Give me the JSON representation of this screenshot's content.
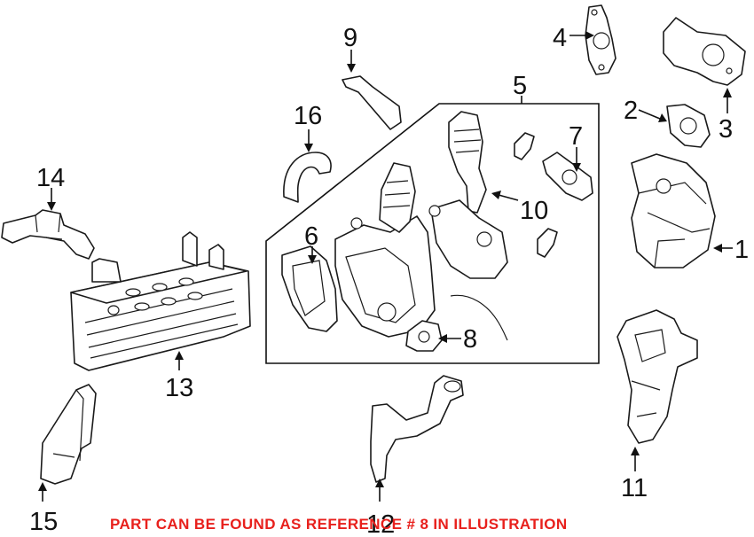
{
  "callouts": [
    {
      "id": "c1",
      "label": "1"
    },
    {
      "id": "c2",
      "label": "2"
    },
    {
      "id": "c3",
      "label": "3"
    },
    {
      "id": "c4",
      "label": "4"
    },
    {
      "id": "c5",
      "label": "5"
    },
    {
      "id": "c6",
      "label": "6"
    },
    {
      "id": "c7",
      "label": "7"
    },
    {
      "id": "c8",
      "label": "8"
    },
    {
      "id": "c9",
      "label": "9"
    },
    {
      "id": "c10",
      "label": "10"
    },
    {
      "id": "c11",
      "label": "11"
    },
    {
      "id": "c12",
      "label": "12"
    },
    {
      "id": "c13",
      "label": "13"
    },
    {
      "id": "c14",
      "label": "14"
    },
    {
      "id": "c15",
      "label": "15"
    },
    {
      "id": "c16",
      "label": "16"
    }
  ],
  "notice": {
    "text": "PART CAN BE FOUND AS REFERENCE # 8 IN ILLUSTRATION",
    "color": "#e8201c"
  }
}
